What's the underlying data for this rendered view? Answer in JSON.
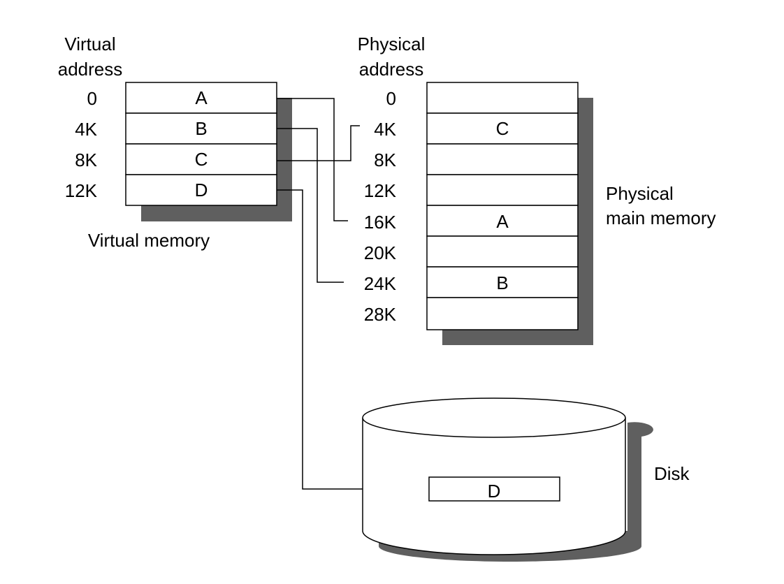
{
  "virtual": {
    "title_line1": "Virtual",
    "title_line2": "address",
    "addresses": [
      "0",
      "4K",
      "8K",
      "12K"
    ],
    "pages": [
      "A",
      "B",
      "C",
      "D"
    ],
    "caption": "Virtual memory"
  },
  "physical": {
    "title_line1": "Physical",
    "title_line2": "address",
    "addresses": [
      "0",
      "4K",
      "8K",
      "12K",
      "16K",
      "20K",
      "24K",
      "28K"
    ],
    "frames": [
      "",
      "C",
      "",
      "",
      "A",
      "",
      "B",
      ""
    ],
    "caption_line1": "Physical",
    "caption_line2": "main memory"
  },
  "disk": {
    "label": "Disk",
    "page": "D"
  },
  "colors": {
    "shadow": "#5f5f5f",
    "stroke": "#000000",
    "fill": "#ffffff"
  }
}
